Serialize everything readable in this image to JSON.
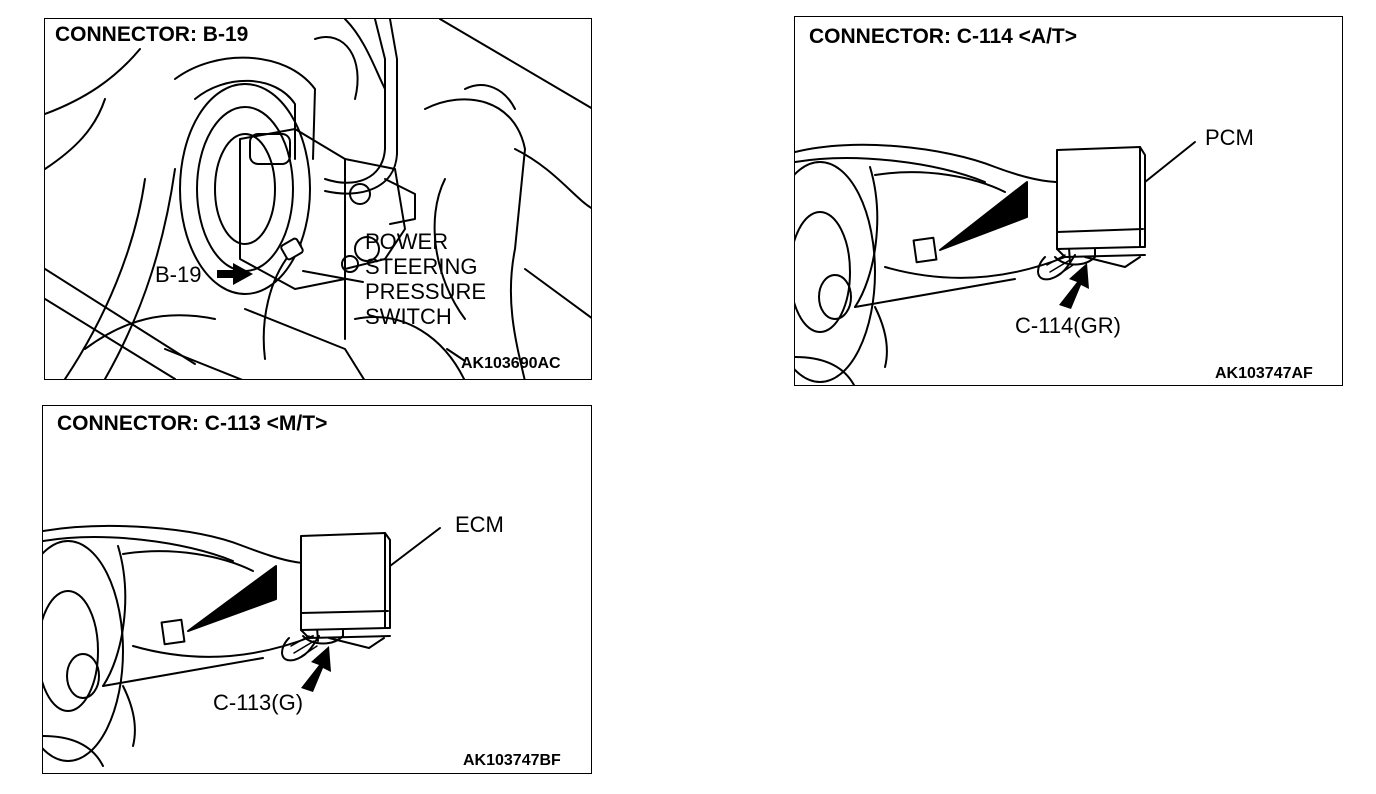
{
  "panels": [
    {
      "title": "CONNECTOR: B-19",
      "code": "AK103690AC",
      "callout": "B-19",
      "component": [
        "POWER",
        "STEERING",
        "PRESSURE",
        "SWITCH"
      ]
    },
    {
      "title": "CONNECTOR: C-114 <A/T>",
      "code": "AK103747AF",
      "module": "PCM",
      "callout": "C-114(GR)"
    },
    {
      "title": "CONNECTOR: C-113 <M/T>",
      "code": "AK103747BF",
      "module": "ECM",
      "callout": "C-113(G)"
    }
  ]
}
